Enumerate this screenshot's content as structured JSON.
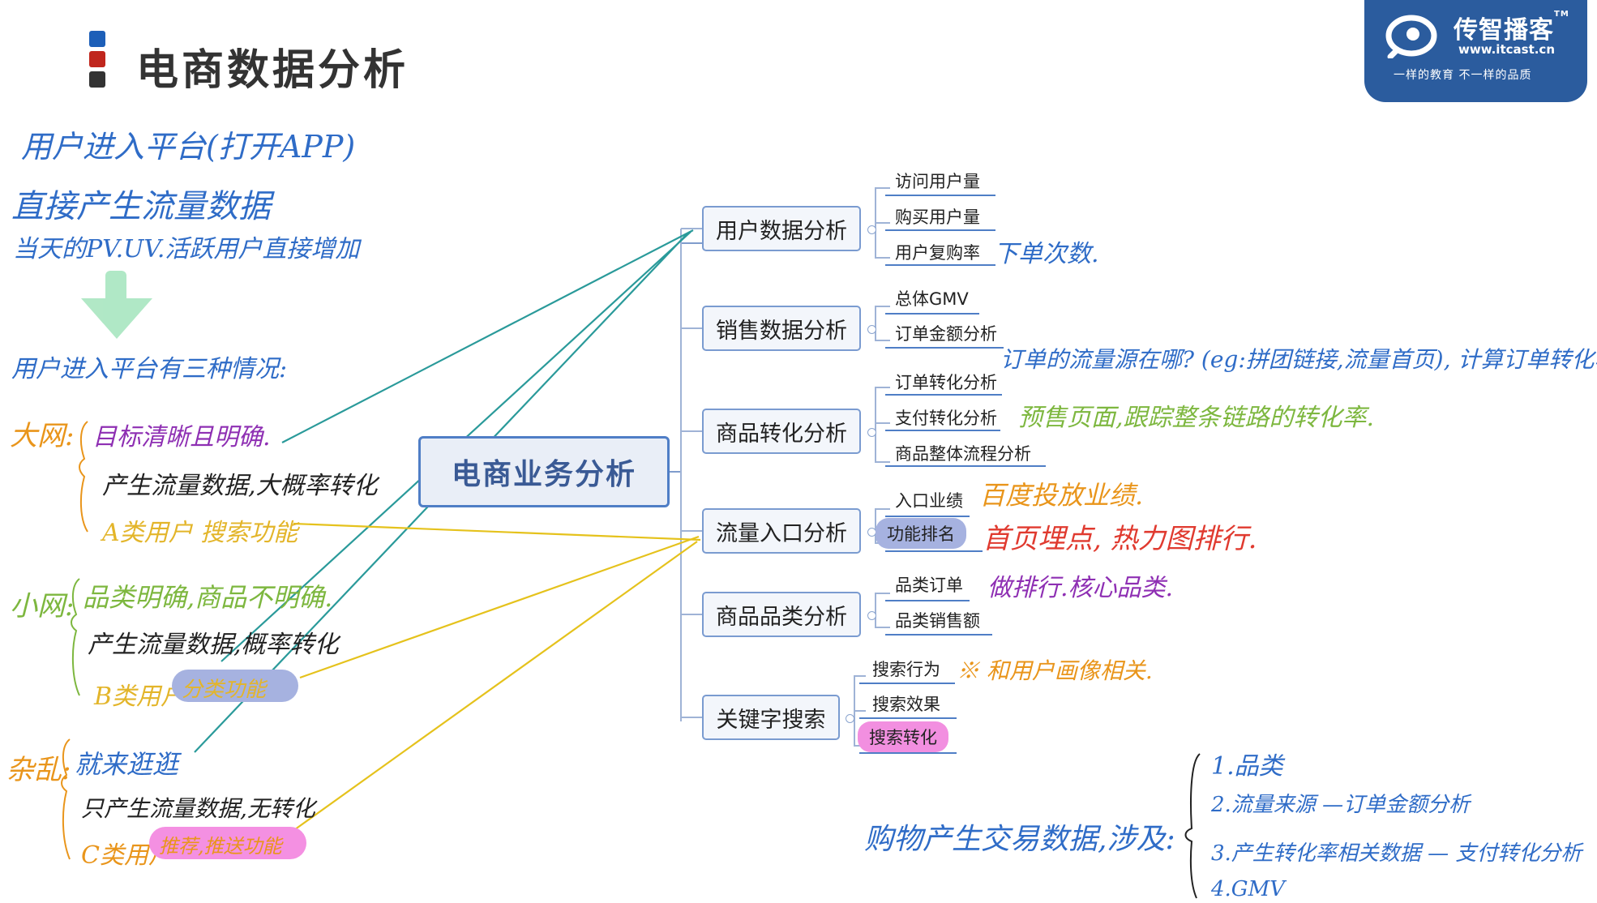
{
  "header": {
    "title": "电商数据分析",
    "marker_colors": [
      "#1d5fb8",
      "#c0261d",
      "#333333"
    ]
  },
  "logo": {
    "name": "传智播客",
    "tm": "TM",
    "url": "www.itcast.cn",
    "slogan": "一样的教育  不一样的品质"
  },
  "mindmap": {
    "center": "电商业务分析",
    "branches": [
      {
        "label": "用户数据分析",
        "leaves": [
          "访问用户量",
          "购买用户量",
          "用户复购率"
        ]
      },
      {
        "label": "销售数据分析",
        "leaves": [
          "总体GMV",
          "订单金额分析"
        ]
      },
      {
        "label": "商品转化分析",
        "leaves": [
          "订单转化分析",
          "支付转化分析",
          "商品整体流程分析"
        ]
      },
      {
        "label": "流量入口分析",
        "leaves": [
          "入口业绩",
          "功能排名"
        ]
      },
      {
        "label": "商品品类分析",
        "leaves": [
          "品类订单",
          "品类销售额"
        ]
      },
      {
        "label": "关键字搜索",
        "leaves": [
          "搜索行为",
          "搜索效果",
          "搜索转化"
        ]
      }
    ]
  },
  "notes_left": {
    "line1": "用户进入平台(打开APP)",
    "line2": "直接产生流量数据",
    "line3": "当天的PV.UV.活跃用户直接增加",
    "line4": "用户进入平台有三种情况:",
    "big_label": "大网:",
    "big_1": "目标清晰且明确.",
    "big_2": "产生流量数据,大概率转化",
    "big_3": "A类用户 搜索功能",
    "small_label": "小网:",
    "small_1": "品类明确,商品不明确.",
    "small_2": "产生流量数据,概率转化",
    "small_3": "B类用户",
    "small_3_hl": "分类功能",
    "casual_label": "杂乱:",
    "casual_1": "就来逛逛",
    "casual_2": "只产生流量数据,无转化",
    "casual_3": "C类用户",
    "casual_3_hl": "推荐,推送功能"
  },
  "notes_right": {
    "repurchase": "下单次数.",
    "order_conv": "订单的流量源在哪? (eg:拼团链接,流量首页), 计算订单转化率",
    "pay_conv": "预售页面,跟踪整条链路的转化率.",
    "entry": "百度投放业绩.",
    "rank": "首页埋点, 热力图排行.",
    "category": "做排行.核心品类.",
    "search": "※ 和用户画像相关.",
    "bottom_lead": "购物产生交易数据,涉及:",
    "bottom_items": [
      "1.品类",
      "2.流量来源 —订单金额分析",
      "3.产生转化率相关数据 — 支付转化分析",
      "4.GMV"
    ]
  }
}
